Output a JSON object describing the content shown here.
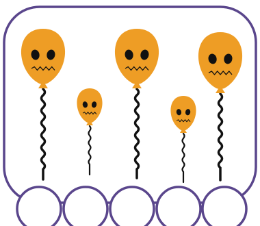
{
  "colors": {
    "frame": "#5a468c",
    "balloon": "#ee9d25",
    "face": "#111111",
    "string": "#111111",
    "circle_fill": "#ffffff"
  },
  "balloons": [
    {
      "id": 1,
      "size": "large"
    },
    {
      "id": 2,
      "size": "small"
    },
    {
      "id": 3,
      "size": "large"
    },
    {
      "id": 4,
      "size": "small"
    },
    {
      "id": 5,
      "size": "large"
    }
  ],
  "answer_circles": [
    {
      "id": 1,
      "value": ""
    },
    {
      "id": 2,
      "value": ""
    },
    {
      "id": 3,
      "value": ""
    },
    {
      "id": 4,
      "value": ""
    },
    {
      "id": 5,
      "value": ""
    }
  ]
}
